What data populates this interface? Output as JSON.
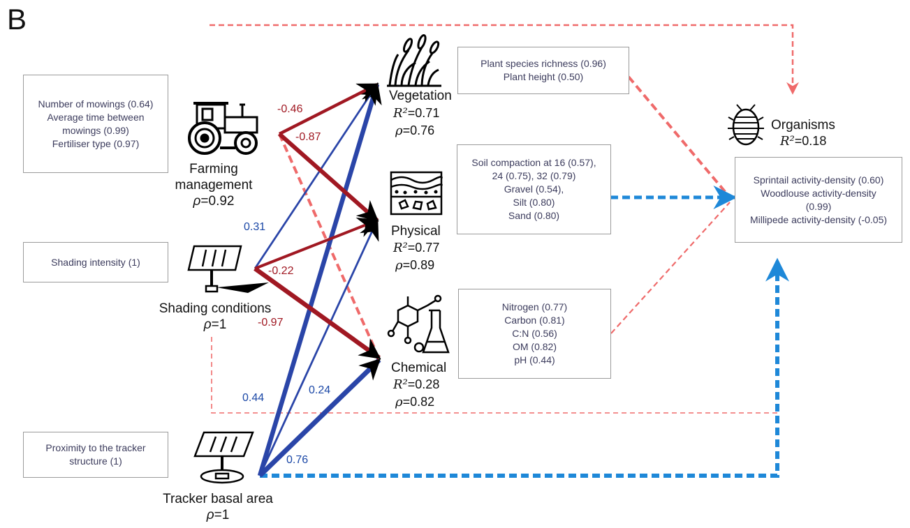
{
  "panel_label": "B",
  "colors": {
    "negative": "#a01822",
    "positive": "#2a45a8",
    "dashed_negative": "#ef6a6a",
    "dashed_positive": "#1e88d8"
  },
  "icons": [
    "tractor-icon",
    "solar-panel-icon",
    "tracker-icon",
    "grass-icon",
    "soil-profile-icon",
    "chemistry-flask-icon",
    "woodlouse-icon"
  ],
  "farming": {
    "indicators": [
      "Number of mowings (0.64)",
      "Average time between",
      "mowings (0.99)",
      "Fertiliser type (0.97)"
    ],
    "name_line1": "Farming",
    "name_line2": "management",
    "rho": "=0.92"
  },
  "shading": {
    "indicators": [
      "Shading intensity (1)"
    ],
    "name": "Shading conditions",
    "rho": "=1"
  },
  "tracker": {
    "indicators": [
      "Proximity to the tracker",
      "structure (1)"
    ],
    "name": "Tracker basal area",
    "rho": "=1"
  },
  "vegetation": {
    "name": "Vegetation",
    "r2": "=0.71",
    "rho": "=0.76",
    "indicators": [
      "Plant species richness (0.96)",
      "Plant height (0.50)"
    ]
  },
  "physical": {
    "name": "Physical",
    "r2": "=0.77",
    "rho": "=0.89",
    "indicators": [
      "Soil compaction at 16 (0.57),",
      "24 (0.75), 32 (0.79)",
      "Gravel (0.54),",
      "Silt (0.80)",
      "Sand (0.80)"
    ]
  },
  "chemical": {
    "name": "Chemical",
    "r2": "=0.28",
    "rho": "=0.82",
    "indicators": [
      "Nitrogen (0.77)",
      "Carbon (0.81)",
      "C:N (0.56)",
      "OM (0.82)",
      "pH (0.44)"
    ]
  },
  "organisms": {
    "name": "Organisms",
    "r2": "=0.18",
    "indicators": [
      "Sprintail activity-density (0.60)",
      "Woodlouse activity-density",
      "(0.99)",
      "Millipede activity-density (-0.05)"
    ]
  },
  "symbols": {
    "r2": "R²",
    "rho": "ρ"
  },
  "path_coefficients": {
    "farming_vegetation": "-0.46",
    "farming_physical": "-0.87",
    "shading_vegetation": "0.31",
    "shading_physical": "-0.22",
    "shading_chemical": "-0.97",
    "tracker_vegetation": "0.44",
    "tracker_physical": "0.24",
    "tracker_chemical": "0.76"
  }
}
